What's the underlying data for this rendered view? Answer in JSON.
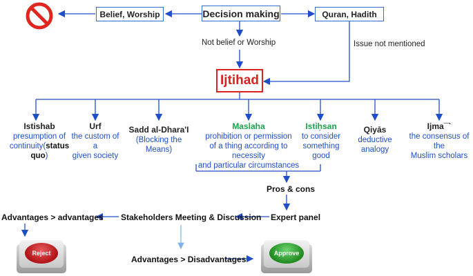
{
  "top": {
    "decision": "Decision making",
    "belief_worship": "Belief, Worship",
    "quran_hadith": "Quran, Hadith",
    "not_belief": "Not belief or Worship",
    "not_mentioned": "Issue not mentioned",
    "ijtihad": "Ijtihad"
  },
  "methods": [
    {
      "title": "Istishab",
      "desc1": "presumption of",
      "desc2": "continuity(",
      "desc2_bold": "status quo",
      "desc2_end": ")"
    },
    {
      "title": "Urf",
      "desc1": "the custom of a",
      "desc2": "given society"
    },
    {
      "title": "Sadd al-Dhara'I",
      "desc1": "(Blocking the Means)"
    },
    {
      "title": "Maslaha",
      "desc1": "prohibition or permission",
      "desc2": "of a thing according to necessity",
      "desc3": "and particular circumstances"
    },
    {
      "title": "Istiḥsan",
      "desc1": "to consider",
      "desc2": "something good"
    },
    {
      "title": "Qiyās",
      "desc1": "deductive analogy"
    },
    {
      "title": "Ijma¯`",
      "desc1": "the consensus of the",
      "desc2": "Muslim scholars"
    }
  ],
  "process": {
    "pros_cons": "Pros & cons",
    "expert_panel": "Expert panel",
    "stakeholders": "Stakeholders Meeting & Discussion",
    "adv_adv": "Advantages > advantages",
    "adv_disadv": "Advantages > Disadvantages",
    "reject": "Reject",
    "approve": "Approve"
  },
  "colors": {
    "arrow": "#1f4ec9",
    "box_border": "#2e6fd0",
    "ijtihad_text": "#d8231f",
    "ijtihad_border": "#d8231f",
    "green_text": "#1aa34a",
    "blue_text": "#1f4ec9",
    "reject": "#c4161c",
    "approve": "#2fa12f"
  }
}
